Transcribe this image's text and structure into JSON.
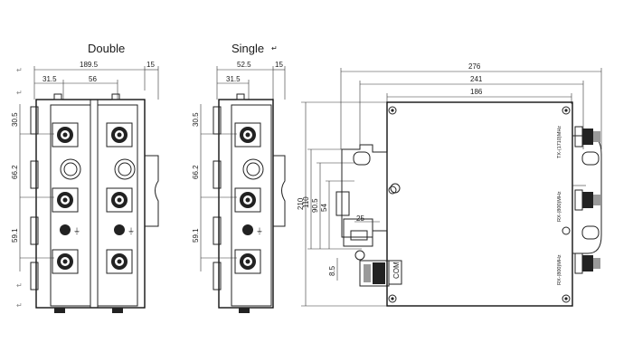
{
  "views": {
    "double": {
      "title": "Double",
      "dims": {
        "overall_width": "189.5",
        "center_left": "31.5",
        "center_pitch": "56",
        "side_depth": "15",
        "v1": "30.5",
        "v2": "66.2",
        "v3": "59.1"
      }
    },
    "single": {
      "title": "Single",
      "dims": {
        "overall_width": "52.5",
        "center_left": "31.5",
        "side_depth": "15",
        "v1": "30.5",
        "v2": "66.2",
        "v3": "59.1"
      }
    },
    "side": {
      "dims": {
        "w1": "276",
        "w2": "241",
        "w3": "186",
        "height": "210",
        "h1": "110",
        "h2": "90.5",
        "h3": "54",
        "d1": "25",
        "d2": "8.5"
      },
      "labels": {
        "connector": "COM",
        "port1": "TX-(1710)MHz",
        "port2": "RX-(800)MHz",
        "port3": "RX-(800)MHz"
      }
    }
  }
}
